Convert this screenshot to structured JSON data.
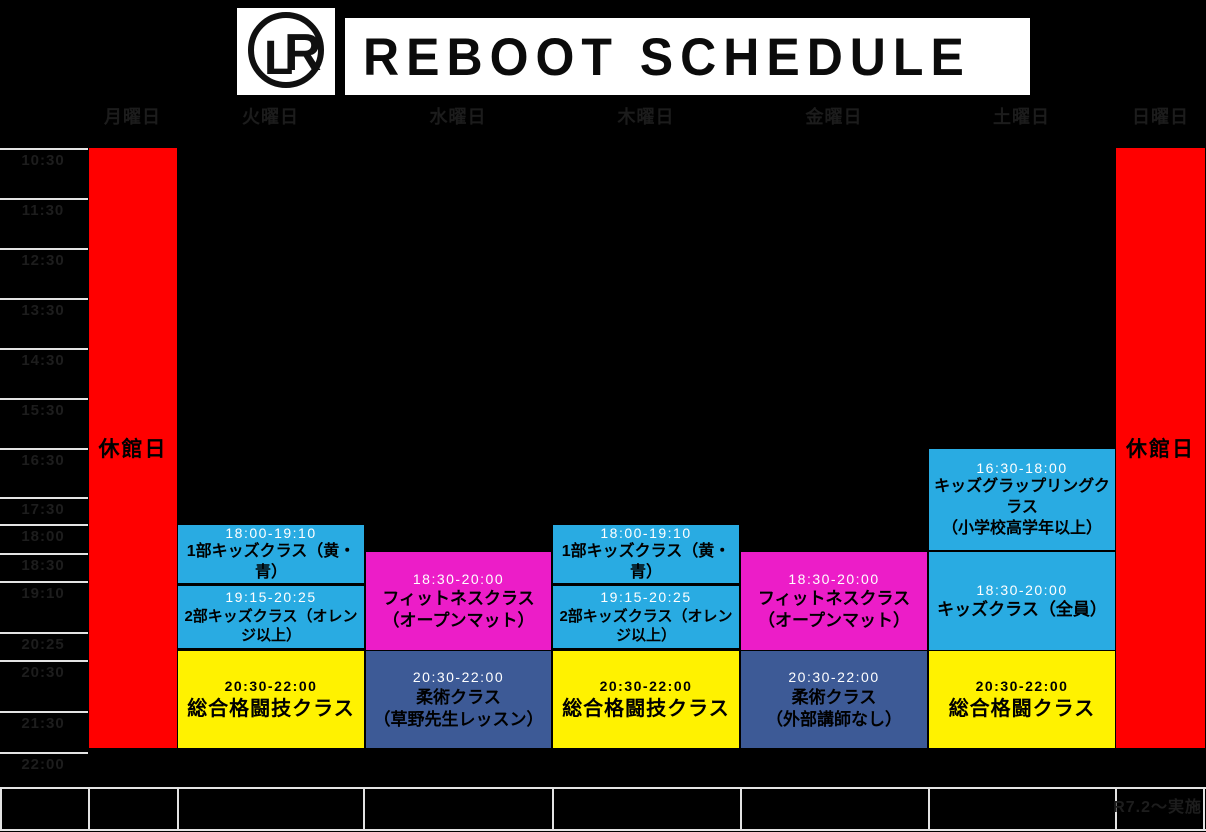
{
  "header": {
    "logo": {
      "l": "L",
      "r": "R"
    },
    "title": "REBOOT SCHEDULE"
  },
  "day_headers": [
    "月曜日",
    "火曜日",
    "水曜日",
    "木曜日",
    "金曜日",
    "土曜日",
    "日曜日"
  ],
  "time_axis": [
    "10:30",
    "11:30",
    "12:30",
    "13:30",
    "14:30",
    "15:30",
    "16:30",
    "17:30",
    "18:00",
    "18:30",
    "19:10",
    "20:25",
    "20:30",
    "21:30",
    "22:00"
  ],
  "closed_day_label": "休館日",
  "schedule": {
    "monday": {
      "closed": true
    },
    "tuesday": {
      "blocks": [
        {
          "time": "18:00-19:10",
          "lines": [
            "1部キッズクラス（黄・青）"
          ]
        },
        {
          "time": "19:15-20:25",
          "lines": [
            "2部キッズクラス（オレンジ以上）"
          ]
        },
        {
          "time": "20:30-22:00",
          "lines": [
            "総合格闘技クラス"
          ]
        }
      ]
    },
    "wednesday": {
      "blocks": [
        {
          "time": "18:30-20:00",
          "lines": [
            "フィットネスクラス",
            "（オープンマット）"
          ]
        },
        {
          "time": "20:30-22:00",
          "lines": [
            "柔術クラス",
            "（草野先生レッスン）"
          ]
        }
      ]
    },
    "thursday": {
      "blocks": [
        {
          "time": "18:00-19:10",
          "lines": [
            "1部キッズクラス（黄・青）"
          ]
        },
        {
          "time": "19:15-20:25",
          "lines": [
            "2部キッズクラス（オレンジ以上）"
          ]
        },
        {
          "time": "20:30-22:00",
          "lines": [
            "総合格闘技クラス"
          ]
        }
      ]
    },
    "friday": {
      "blocks": [
        {
          "time": "18:30-20:00",
          "lines": [
            "フィットネスクラス",
            "（オープンマット）"
          ]
        },
        {
          "time": "20:30-22:00",
          "lines": [
            "柔術クラス",
            "（外部講師なし）"
          ]
        }
      ]
    },
    "saturday": {
      "blocks": [
        {
          "time": "16:30-18:00",
          "lines": [
            "キッズグラップリングクラス",
            "（小学校高学年以上）"
          ]
        },
        {
          "time": "18:30-20:00",
          "lines": [
            "キッズクラス（全員）"
          ]
        },
        {
          "time": "20:30-22:00",
          "lines": [
            "総合格闘クラス"
          ]
        }
      ]
    },
    "sunday": {
      "closed": true
    }
  },
  "footer": {
    "note": "R7.2～実施"
  },
  "colors": {
    "background": "#000000",
    "closed_red": "#ff0000",
    "kids_blue": "#29abe2",
    "fitness_magenta": "#ec1dc8",
    "jiujitsu_navy": "#3d5a96",
    "mma_yellow": "#fff200",
    "gridline": "#e3e3e3"
  }
}
